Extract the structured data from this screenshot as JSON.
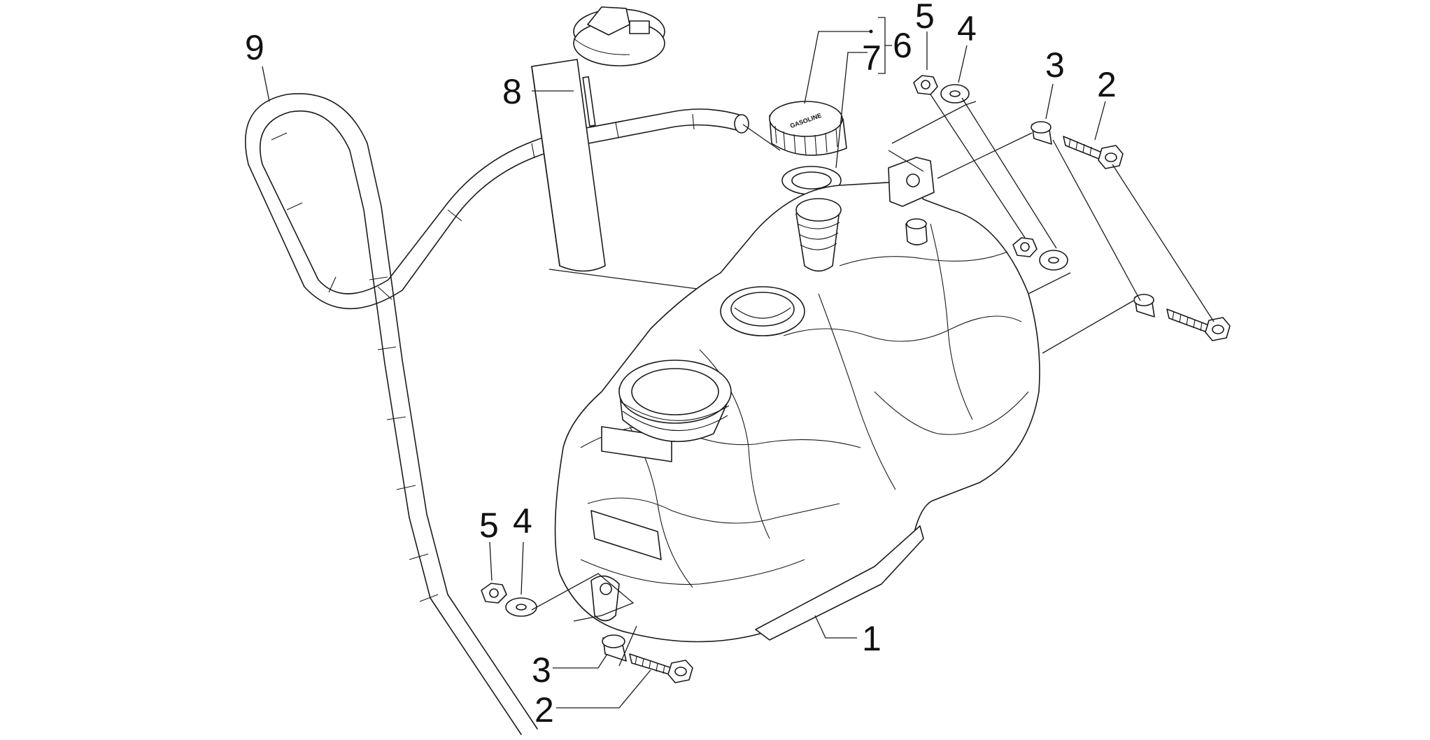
{
  "diagram": {
    "cap_text": "GASOLINE",
    "callouts": {
      "c1": "1",
      "c2_top": "2",
      "c2_bottom": "2",
      "c3_top": "3",
      "c3_bottom": "3",
      "c4_top": "4",
      "c4_bottom": "4",
      "c5_top": "5",
      "c5_bottom": "5",
      "c6": "6",
      "c7": "7",
      "c8": "8",
      "c9": "9"
    }
  }
}
